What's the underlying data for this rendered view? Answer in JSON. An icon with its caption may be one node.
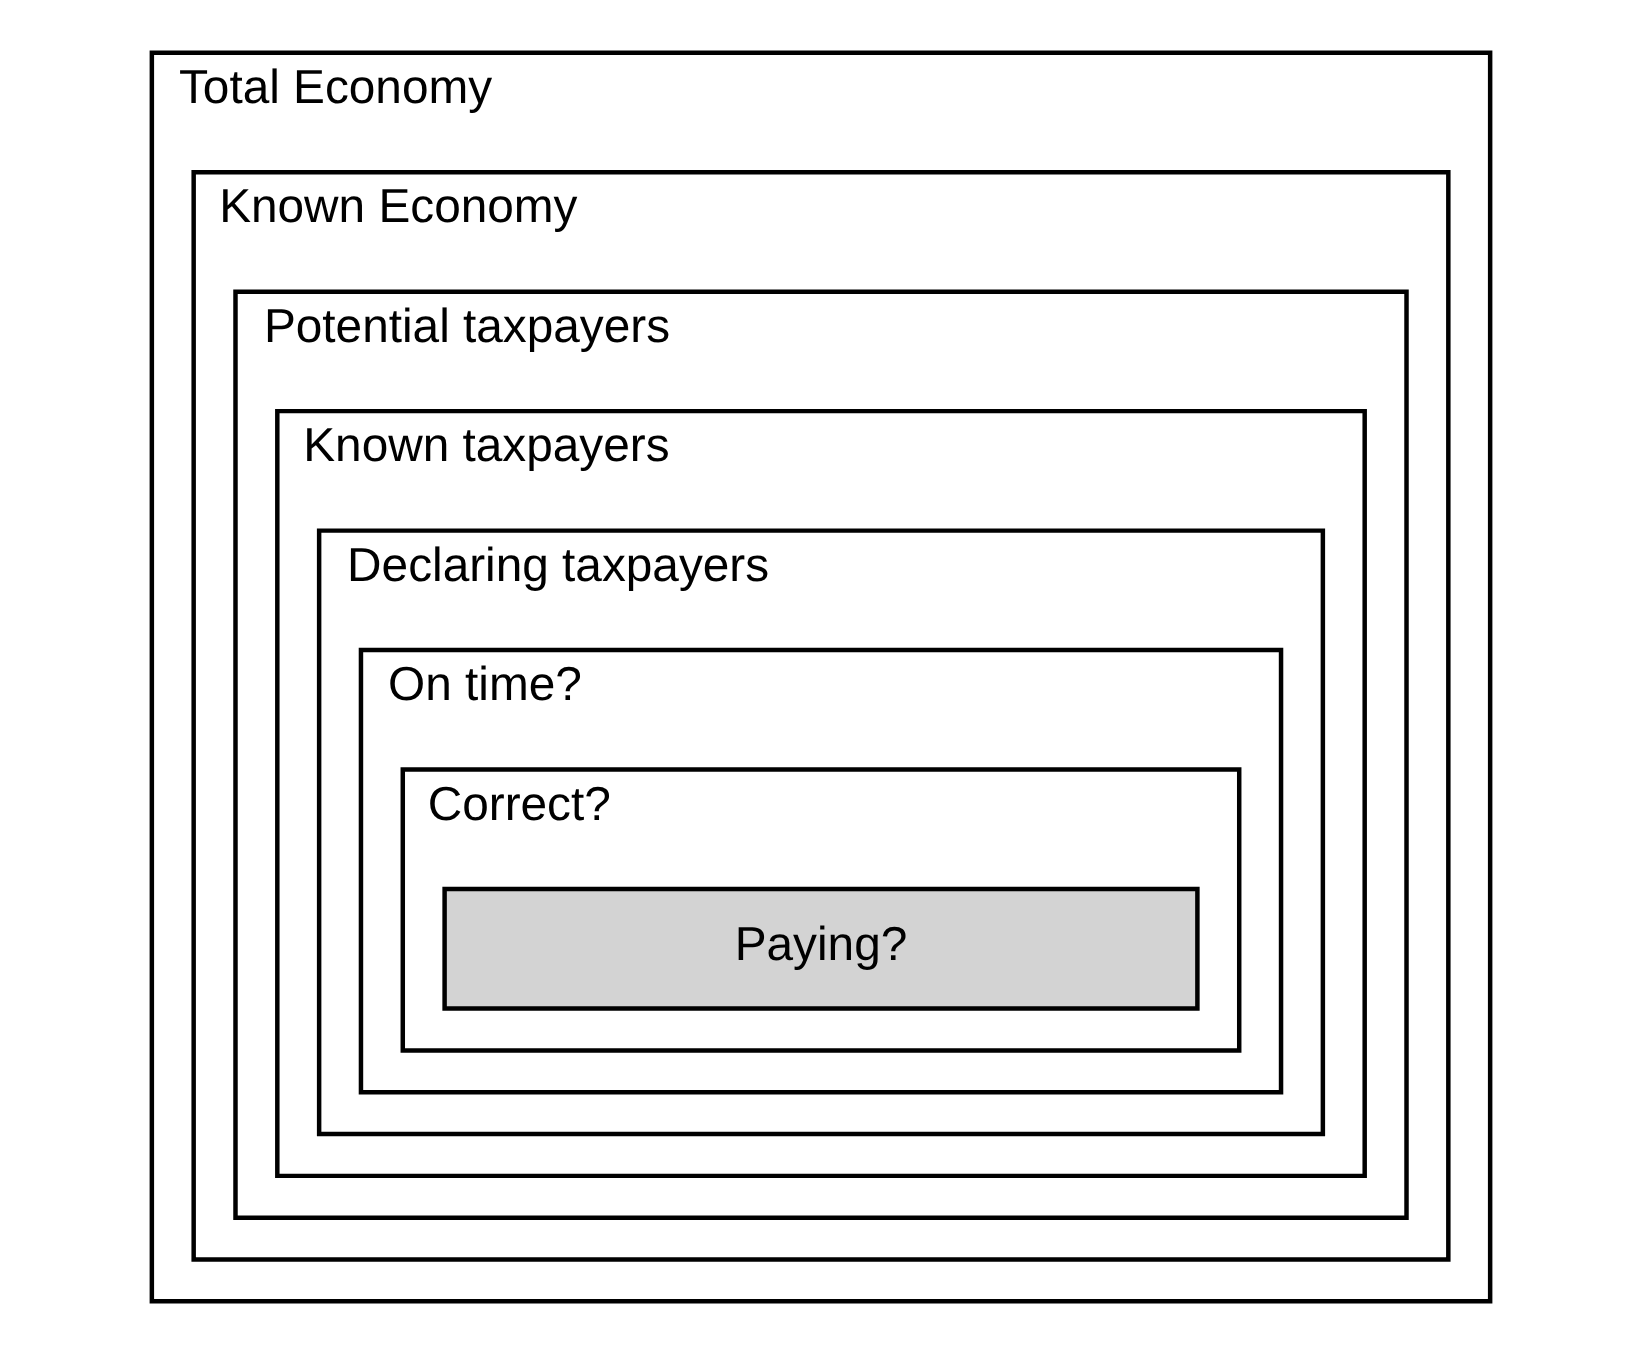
{
  "diagram": {
    "nodes": [
      {
        "text": [
          "Total Economy"
        ]
      },
      {
        "text": [
          "Known Economy"
        ],
        "in": 0
      },
      {
        "text": [
          "Potential taxpayers"
        ],
        "in": 1
      },
      {
        "text": [
          "Known taxpayers"
        ],
        "in": 2
      },
      {
        "text": [
          "Declaring taxpayers"
        ],
        "in": 3
      },
      {
        "text": [
          "On time?"
        ],
        "in": 4
      },
      {
        "text": [
          "Correct?"
        ],
        "in": 5
      },
      {
        "text": [
          "Paying?"
        ],
        "in": 6
      }
    ]
  }
}
